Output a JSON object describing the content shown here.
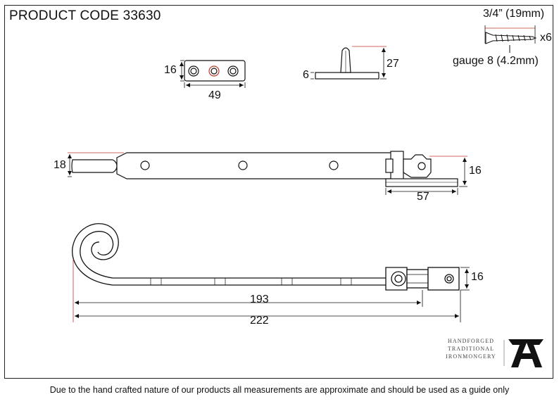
{
  "header": {
    "product_code": "PRODUCT CODE 33630"
  },
  "screws": {
    "length": "3/4” (19mm)",
    "quantity": "x6",
    "gauge": "gauge 8 (4.2mm)"
  },
  "dimensions": {
    "keep_height": "16",
    "keep_width": "49",
    "pin_height": "27",
    "pin_base": "6",
    "stay_height": "18",
    "pivot_height": "16",
    "pivot_width": "57",
    "side_height": "16",
    "length_inner": "193",
    "length_overall": "222"
  },
  "brand": {
    "lines": [
      "HANDFORGED",
      "TRADITIONAL",
      "IRONMONGERY"
    ],
    "logo_icon": "anvil-a-icon"
  },
  "footer": {
    "disclaimer": "Due to the hand crafted nature of our products all measurements are approximate and should be used as a guide only"
  },
  "colors": {
    "line": "#111111",
    "accent_red": "#c0392b",
    "text": "#111111"
  }
}
